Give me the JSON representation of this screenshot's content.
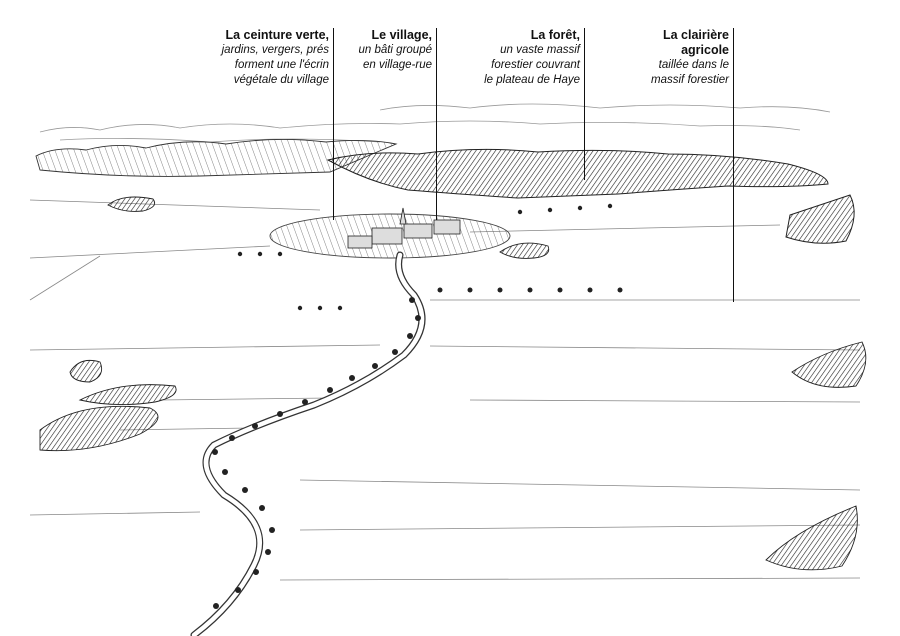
{
  "annotations": [
    {
      "title": "La ceinture verte,",
      "lines": [
        "jardins, vergers, prés",
        "forment une l'écrin",
        "végétale du village"
      ]
    },
    {
      "title": "Le village,",
      "lines": [
        "un bâti groupé",
        "en village-rue"
      ]
    },
    {
      "title": "La forêt,",
      "lines": [
        "un vaste massif",
        "forestier couvrant",
        "le plateau de Haye"
      ]
    },
    {
      "title_lines": [
        "La clairière",
        "agricole"
      ],
      "lines": [
        "taillée dans le",
        "massif forestier"
      ]
    }
  ]
}
